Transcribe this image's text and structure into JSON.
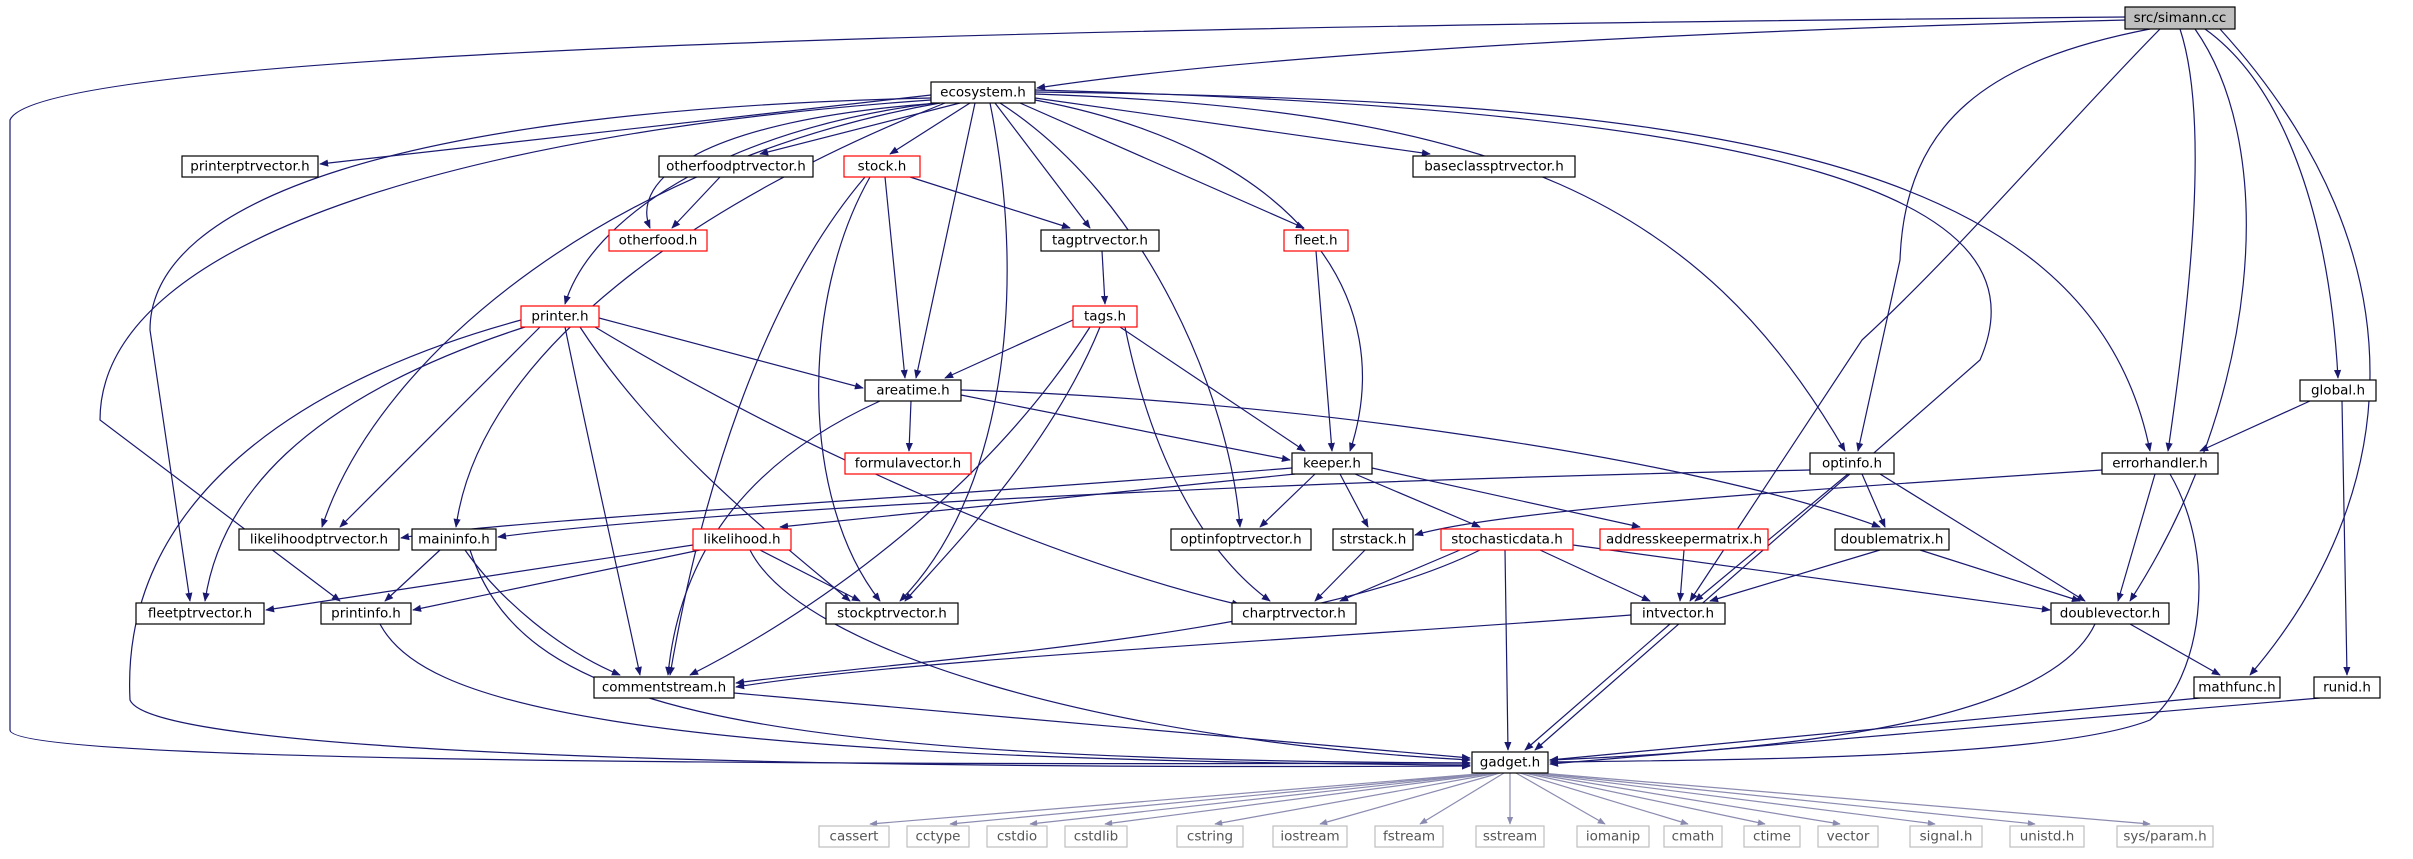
{
  "colors": {
    "edge": "#191970",
    "root_fill": "#bfbfbf",
    "missing_border": "#ff0000",
    "system_border": "#bfbfbf"
  },
  "root": "src/simann.cc",
  "nodes": {
    "simann": "src/simann.cc",
    "ecosystem": "ecosystem.h",
    "printerptrvector": "printerptrvector.h",
    "otherfoodptrvector": "otherfoodptrvector.h",
    "stock": "stock.h",
    "baseclassptrvector": "baseclassptrvector.h",
    "otherfood": "otherfood.h",
    "tagptrvector": "tagptrvector.h",
    "fleet": "fleet.h",
    "printer": "printer.h",
    "tags": "tags.h",
    "areatime": "areatime.h",
    "formulavector": "formulavector.h",
    "global": "global.h",
    "keeper": "keeper.h",
    "optinfo": "optinfo.h",
    "errorhandler": "errorhandler.h",
    "likelihoodptrvector": "likelihoodptrvector.h",
    "maininfo": "maininfo.h",
    "likelihood": "likelihood.h",
    "optinfoptrvector": "optinfoptrvector.h",
    "strstack": "strstack.h",
    "stochasticdata": "stochasticdata.h",
    "addresskeepermatrix": "addresskeepermatrix.h",
    "doublematrix": "doublematrix.h",
    "fleetptrvector": "fleetptrvector.h",
    "printinfo": "printinfo.h",
    "stockptrvector": "stockptrvector.h",
    "charptrvector": "charptrvector.h",
    "intvector": "intvector.h",
    "doublevector": "doublevector.h",
    "commentstream": "commentstream.h",
    "mathfunc": "mathfunc.h",
    "runid": "runid.h",
    "gadget": "gadget.h",
    "cassert": "cassert",
    "cctype": "cctype",
    "cstdio": "cstdio",
    "cstdlib": "cstdlib",
    "cstring": "cstring",
    "iostream": "iostream",
    "fstream": "fstream",
    "sstream": "sstream",
    "iomanip": "iomanip",
    "cmath": "cmath",
    "ctime": "ctime",
    "vector": "vector",
    "signal": "signal.h",
    "unistd": "unistd.h",
    "sysparam": "sys/param.h"
  }
}
